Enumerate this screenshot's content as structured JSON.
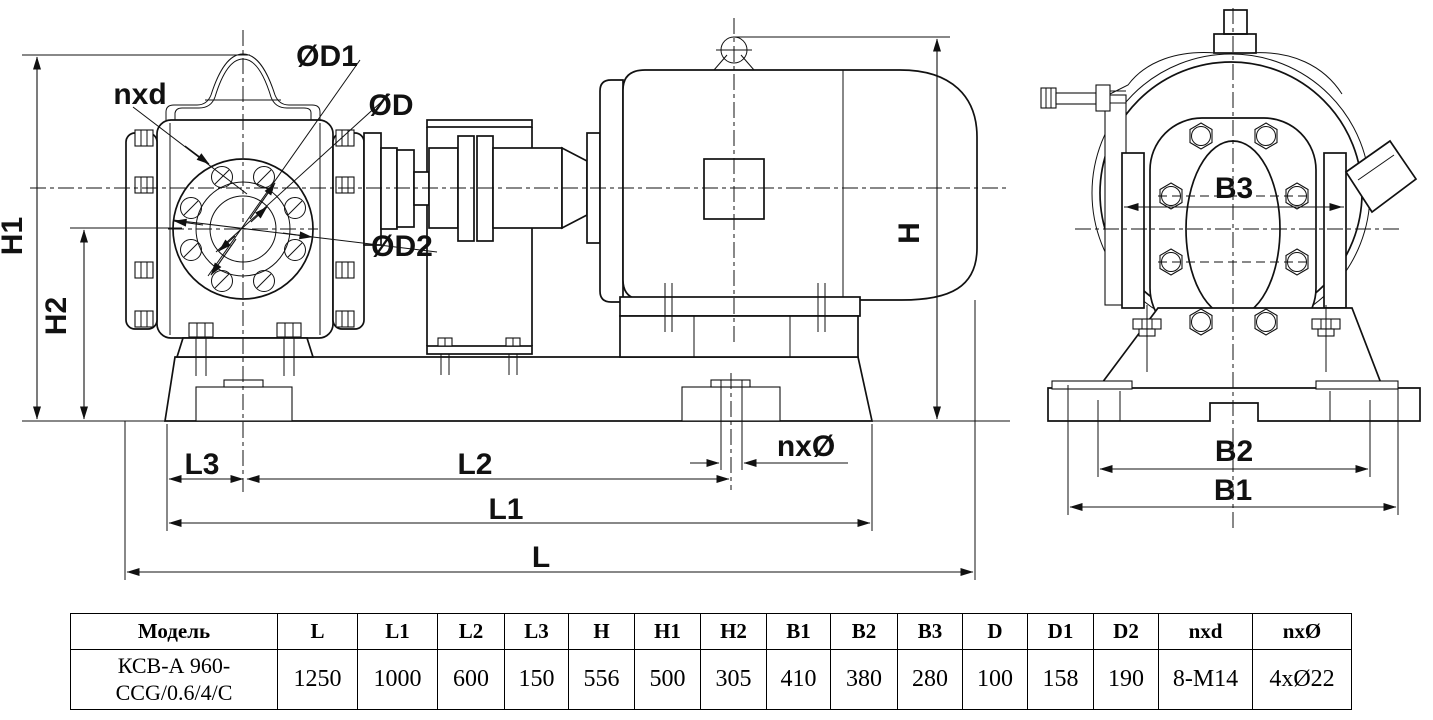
{
  "drawing": {
    "side_view": {
      "labels": {
        "nxd": "nxd",
        "od1": "ØD1",
        "od": "ØD",
        "od2": "ØD2",
        "h1": "H1",
        "h2": "H2",
        "h": "H",
        "l3": "L3",
        "l2": "L2",
        "l1": "L1",
        "l": "L",
        "nxo": "nxØ"
      }
    },
    "front_view": {
      "labels": {
        "b3": "B3",
        "b2": "B2",
        "b1": "B1"
      }
    }
  },
  "table": {
    "headers": [
      "Модель",
      "L",
      "L1",
      "L2",
      "L3",
      "H",
      "H1",
      "H2",
      "B1",
      "B2",
      "B3",
      "D",
      "D1",
      "D2",
      "nxd",
      "nxØ"
    ],
    "row": [
      "КСВ-А 960-CCG/0.6/4/С",
      "1250",
      "1000",
      "600",
      "150",
      "556",
      "500",
      "305",
      "410",
      "380",
      "280",
      "100",
      "158",
      "190",
      "8-M14",
      "4xØ22"
    ]
  }
}
